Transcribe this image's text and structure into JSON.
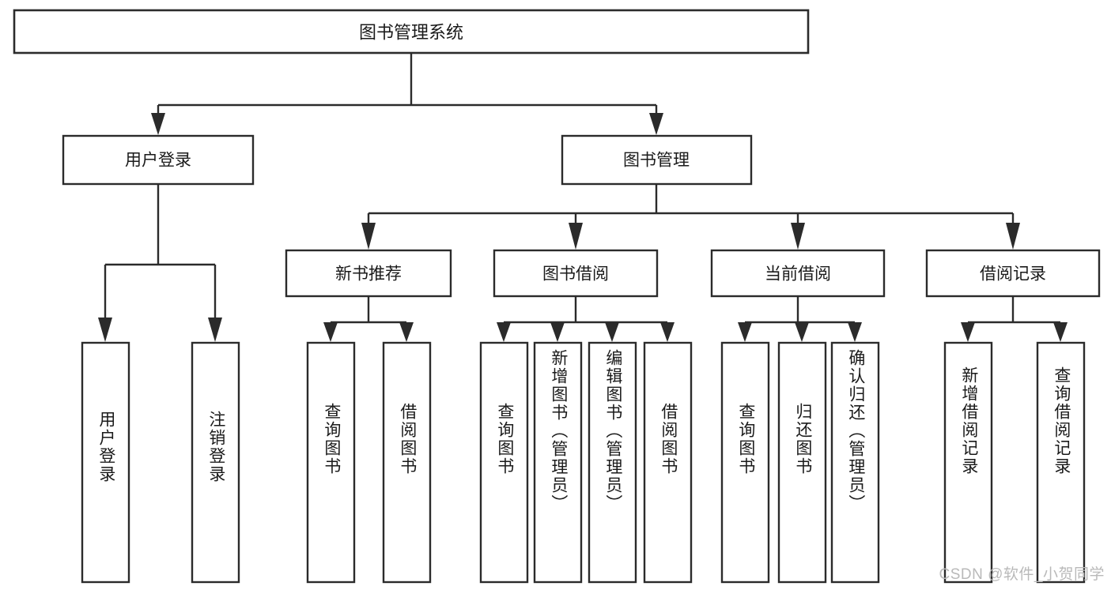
{
  "diagram": {
    "title": "图书管理系统",
    "type": "tree-hierarchy",
    "watermark": "CSDN @软件_小贺同学",
    "colors": {
      "stroke": "#2b2b2b",
      "fill": "#ffffff",
      "text": "#1a1a1a",
      "watermark": "#b9b9b9",
      "background": "#ffffff"
    },
    "levels": {
      "root": {
        "label": "图书管理系统"
      },
      "level2": [
        {
          "label": "用户登录"
        },
        {
          "label": "图书管理"
        }
      ],
      "level3": [
        {
          "label": "新书推荐"
        },
        {
          "label": "图书借阅"
        },
        {
          "label": "当前借阅"
        },
        {
          "label": "借阅记录"
        }
      ],
      "leaves": [
        {
          "label": "用户登录",
          "parent": "用户登录"
        },
        {
          "label": "注销登录",
          "parent": "用户登录"
        },
        {
          "label": "查询图书",
          "parent": "新书推荐"
        },
        {
          "label": "借阅图书",
          "parent": "新书推荐"
        },
        {
          "label": "查询图书",
          "parent": "图书借阅"
        },
        {
          "label": "新增图书（管理员）",
          "parent": "图书借阅"
        },
        {
          "label": "编辑图书（管理员）",
          "parent": "图书借阅"
        },
        {
          "label": "借阅图书",
          "parent": "图书借阅"
        },
        {
          "label": "查询图书",
          "parent": "当前借阅"
        },
        {
          "label": "归还图书",
          "parent": "当前借阅"
        },
        {
          "label": "确认归还（管理员）",
          "parent": "当前借阅"
        },
        {
          "label": "新增借阅记录",
          "parent": "借阅记录"
        },
        {
          "label": "查询借阅记录",
          "parent": "借阅记录"
        }
      ]
    }
  }
}
